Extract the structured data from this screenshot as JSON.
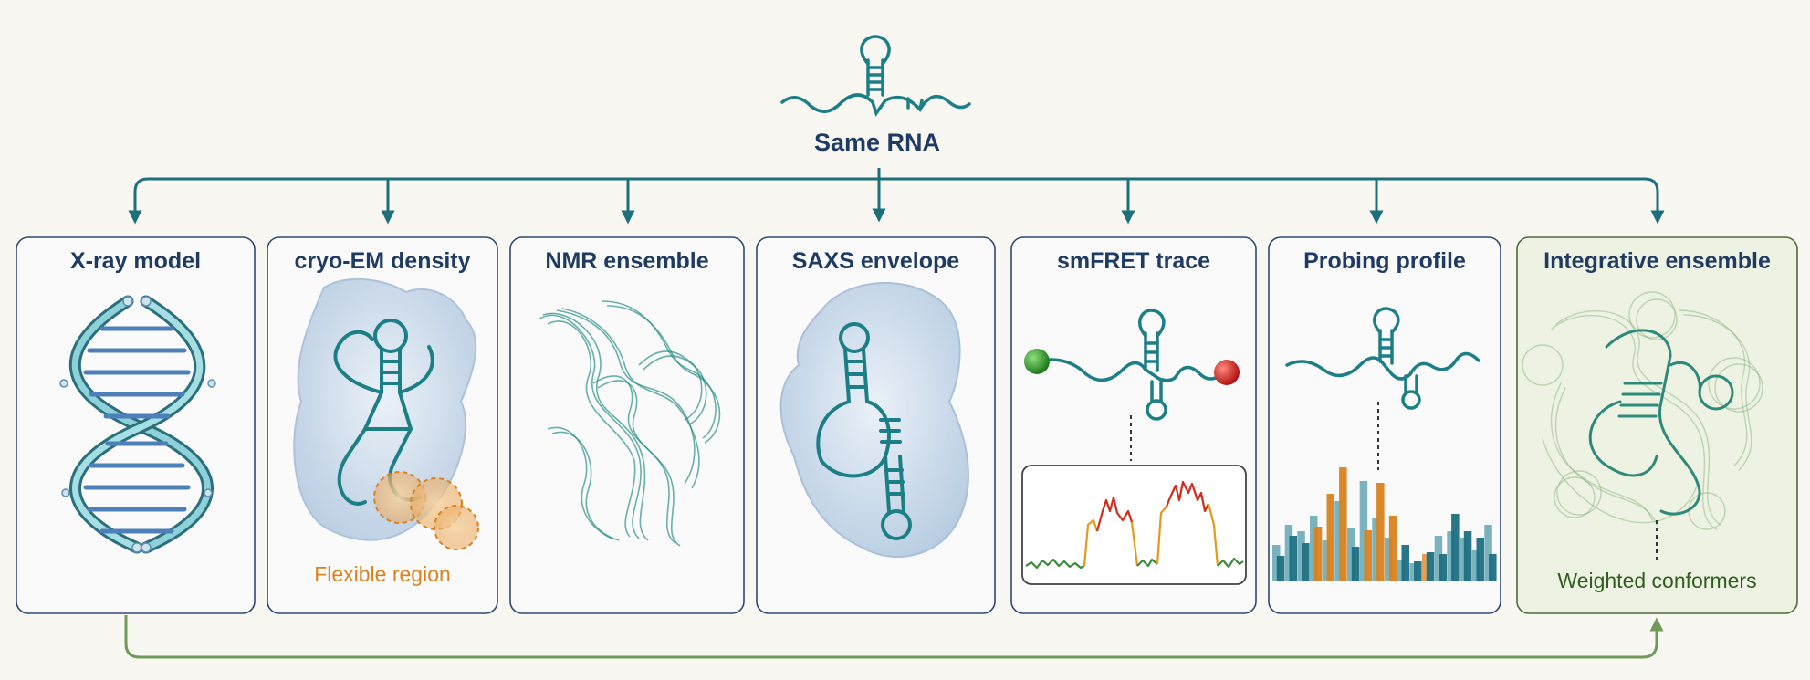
{
  "source": {
    "label": "Same RNA"
  },
  "panels": [
    {
      "id": "xray",
      "title": "X-ray model"
    },
    {
      "id": "cryoem",
      "title": "cryo-EM density",
      "note": "Flexible region"
    },
    {
      "id": "nmr",
      "title": "NMR ensemble"
    },
    {
      "id": "saxs",
      "title": "SAXS envelope"
    },
    {
      "id": "smfret",
      "title": "smFRET trace"
    },
    {
      "id": "probing",
      "title": "Probing profile"
    },
    {
      "id": "integrative",
      "title": "Integrative ensemble",
      "note": "Weighted conformers"
    }
  ],
  "colors": {
    "teal": "#1d7f86",
    "navy": "#1f3b63",
    "orange": "#d9821f",
    "green_arrow": "#6f9a5a",
    "panel_border": "#2d4a73",
    "integrative_bg": "#eef2e2"
  },
  "probing_bars": [
    {
      "values": [
        40,
        62,
        55,
        72,
        45,
        88,
        58,
        110,
        70,
        48,
        24,
        20,
        30,
        50,
        55,
        48,
        34,
        62
      ],
      "highlight": [
        0,
        0,
        0,
        0,
        0,
        0,
        0,
        0,
        0,
        0,
        0,
        0,
        1,
        0,
        0,
        0,
        0,
        0
      ]
    },
    {
      "values": [
        28,
        50,
        42,
        60,
        96,
        125,
        38,
        56,
        108,
        72,
        40,
        22,
        32,
        30,
        74,
        55,
        48,
        30
      ],
      "highlight": [
        0,
        0,
        0,
        1,
        1,
        1,
        0,
        1,
        1,
        1,
        0,
        0,
        0,
        0,
        0,
        0,
        0,
        0
      ]
    }
  ]
}
